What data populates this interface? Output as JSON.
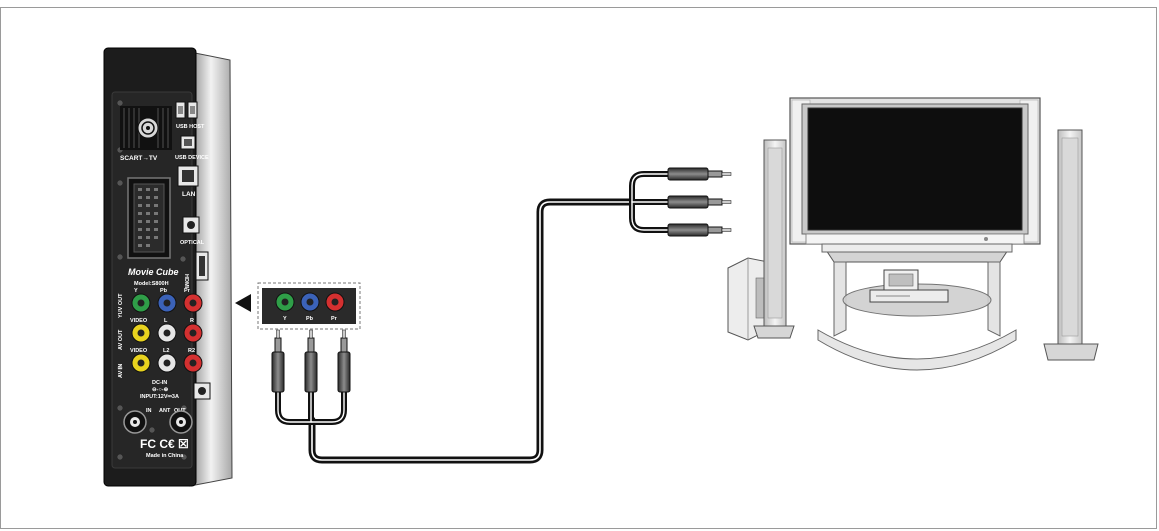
{
  "device": {
    "usb_host_label": "USB HOST",
    "usb_device_label": "USB DEVICE",
    "scart_label": "SCART→TV",
    "lan_label": "LAN",
    "optical_label": "OPTICAL",
    "hdmi_label": "HDMI",
    "brand": "Movie Cube",
    "model": "Model:S800H",
    "ypbpr_out_label": "YUV OUT",
    "av_out_label": "AV OUT",
    "av_in_label": "AV IN",
    "y_label": "Y",
    "pb_label": "Pb",
    "pr_label": "Pr",
    "video_label": "VIDEO",
    "l_label": "L",
    "r_label": "R",
    "l2_label": "L2",
    "r2_label": "R2",
    "video2_label": "VIDEO",
    "dc_in_label": "DC-IN",
    "dc_polarity": "⊖-○-⊕",
    "input_label": "INPUT:12V⎓3A",
    "rf_in_label": "IN",
    "ant_label": "ANT",
    "rf_out_label": "OUT",
    "cert_marks": "FC C€ ☒",
    "made_in": "Made in China"
  },
  "connector_inset": {
    "y_label": "Y",
    "pb_label": "Pb",
    "pr_label": "Pr"
  },
  "colors": {
    "device_body": "#1c1c1c",
    "jack_green": "#2f9e48",
    "jack_blue": "#3b62b8",
    "jack_red": "#d43030",
    "jack_yellow": "#e8d21e",
    "jack_white": "#e6e6e6",
    "cable": "#1a1a1a",
    "tv_frame": "#d9d9d9",
    "tv_screen": "#0e0e0e"
  }
}
